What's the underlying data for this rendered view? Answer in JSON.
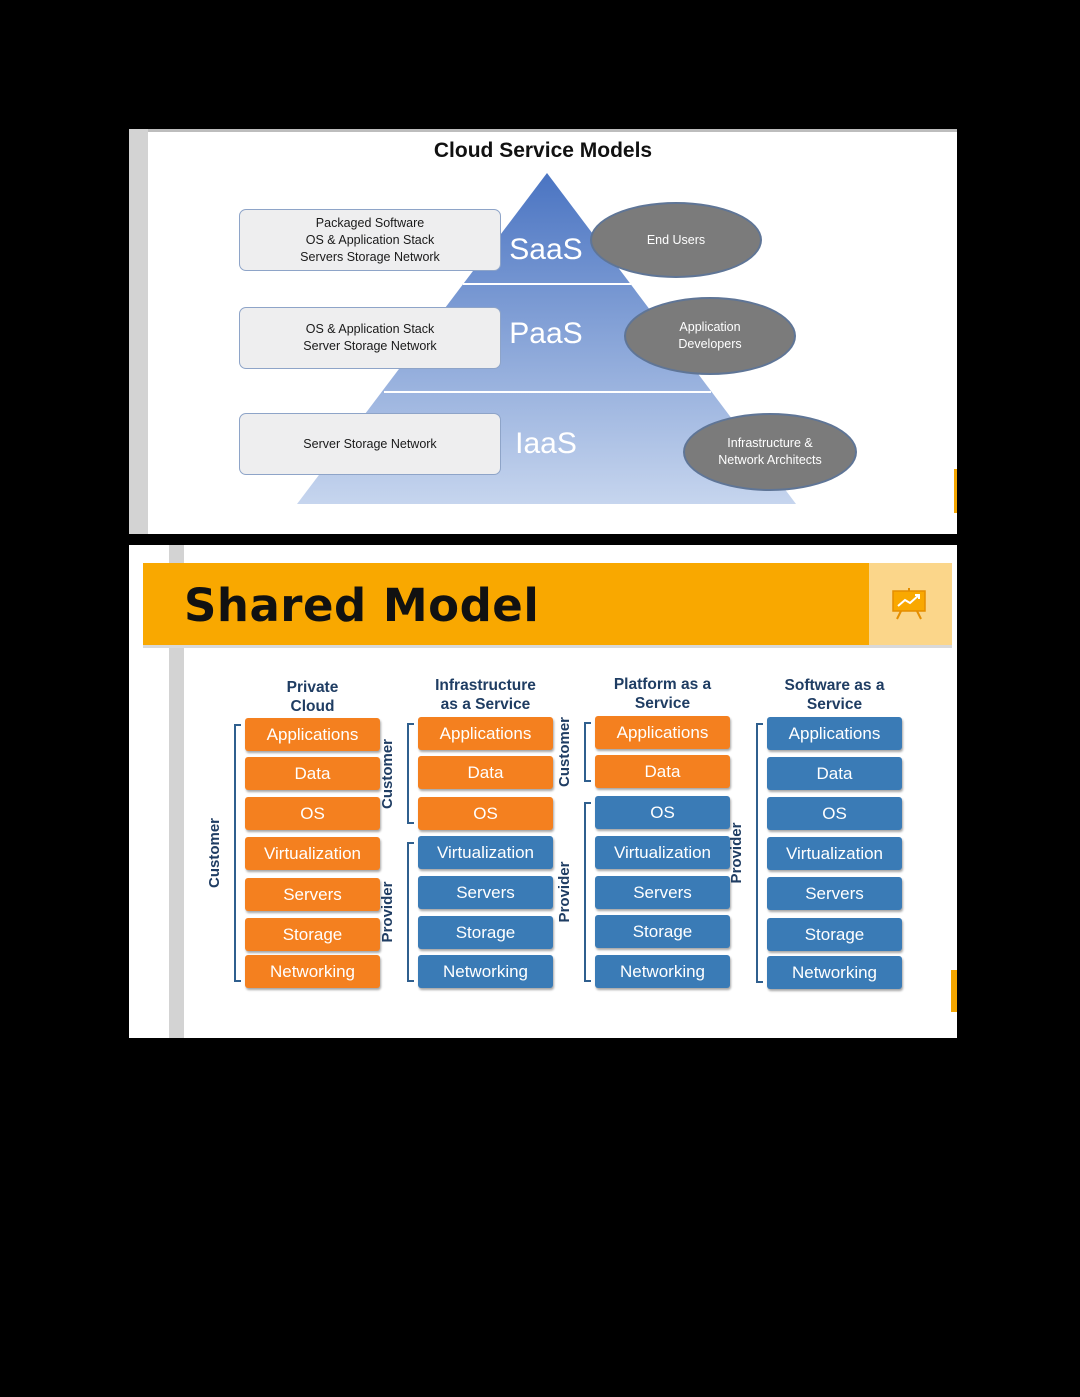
{
  "slide1": {
    "title": "Cloud Service Models",
    "tiers": [
      {
        "name": "SaaS",
        "stack": [
          "Packaged Software",
          "OS & Application Stack",
          "Servers Storage Network"
        ],
        "audience": [
          "End Users"
        ]
      },
      {
        "name": "PaaS",
        "stack": [
          "OS & Application Stack",
          "Server Storage Network"
        ],
        "audience": [
          "Application",
          "Developers"
        ]
      },
      {
        "name": "IaaS",
        "stack": [
          "Server Storage Network"
        ],
        "audience": [
          "Infrastructure &",
          "Network Architects"
        ]
      }
    ],
    "colors": {
      "pyramid_top": "#4c78c4",
      "pyramid_bottom": "#c9d7ef",
      "ellipse": "#7b7b7b"
    }
  },
  "slide2": {
    "title": "Shared Model",
    "icon": "presentation-chart-icon",
    "columns": [
      {
        "title": [
          "Private",
          "Cloud"
        ],
        "items": [
          "Applications",
          "Data",
          "OS",
          "Virtualization",
          "Servers",
          "Storage",
          "Networking"
        ],
        "customer_count": 7,
        "labels": {
          "customer": "Customer",
          "provider": ""
        }
      },
      {
        "title": [
          "Infrastructure",
          "as a Service"
        ],
        "items": [
          "Applications",
          "Data",
          "OS",
          "Virtualization",
          "Servers",
          "Storage",
          "Networking"
        ],
        "customer_count": 3,
        "labels": {
          "customer": "Customer",
          "provider": "Provider"
        }
      },
      {
        "title": [
          "Platform as a",
          "Service"
        ],
        "items": [
          "Applications",
          "Data",
          "OS",
          "Virtualization",
          "Servers",
          "Storage",
          "Networking"
        ],
        "customer_count": 2,
        "labels": {
          "customer": "Customer",
          "provider": "Provider"
        }
      },
      {
        "title": [
          "Software as a",
          "Service"
        ],
        "items": [
          "Applications",
          "Data",
          "OS",
          "Virtualization",
          "Servers",
          "Storage",
          "Networking"
        ],
        "customer_count": 0,
        "labels": {
          "customer": "",
          "provider": "Provider"
        }
      }
    ],
    "colors": {
      "customer": "#f4801f",
      "provider": "#3a7bb6",
      "header": "#f9a800"
    }
  }
}
